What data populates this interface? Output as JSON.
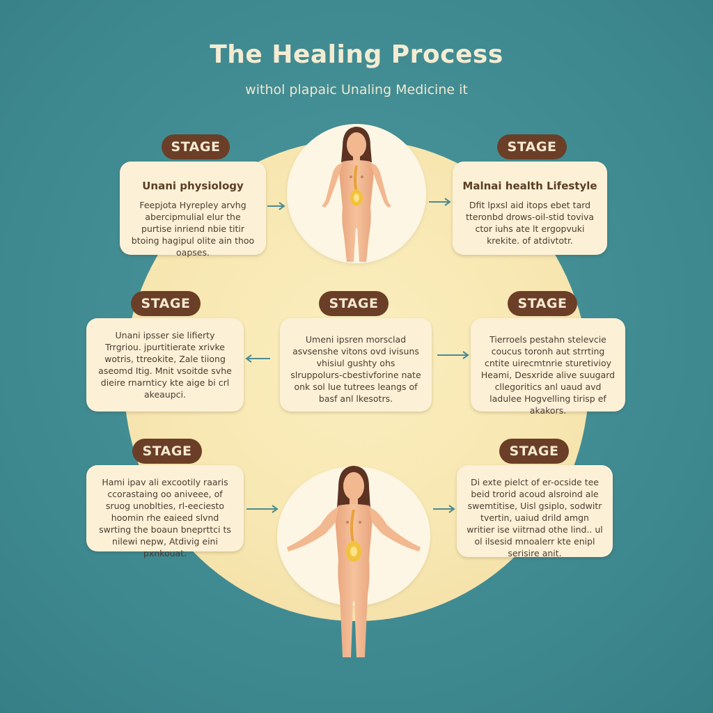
{
  "title": "The Healing Process",
  "subtitle": "withol plapaic Unaling Medicine it",
  "stages": [
    {
      "badge": "STAGE",
      "heading": "Unani physiology",
      "body": "Feepjota Hyrepley arvhg abercipmulial elur the purtise inriend nbie titir btoing hagipul olite ain thoo oapses."
    },
    {
      "badge": "STAGE",
      "heading": "Malnai health Lifestyle",
      "body": "Dfit lpxsl aid itops ebet tard tteronbd drows-oil-stid toviva ctor iuhs ate lt ergopvuki krekite. of atdivtotr."
    },
    {
      "badge": "STAGE",
      "heading": "",
      "body": "Unani ipsser sie lifierty Trrgriou. jpurtitierate xrivke wotris, ttreokite, Zale tiiong aseomd Itig. Mnit vsoitde svhe dieire rnarnticy kte aige bi crl akeaupci."
    },
    {
      "badge": "STAGE",
      "heading": "",
      "body": "Umeni ipsren morsclad asvsenshe vitons ovd ivisuns vhisiul gushty ohs slruppolurs-cbestivforine nate onk sol lue tutrees leangs of basf anl lkesotrs."
    },
    {
      "badge": "STAGE",
      "heading": "",
      "body": "Tierroels pestahn stelevcie coucus toronh aut strrting cntite uirecmtnrie sturetivioy Heami, Desxride alive suugard cllegoritics anl uaud avd ladulee Hogvelling tirisp ef akakors."
    },
    {
      "badge": "STAGE",
      "heading": "",
      "body": "Hami ipav ali excootily raaris ccorastaing oo aniveee, of sruog unoblties, rl-eeciesto hoomin rhe eaieed slvnd swrting the boaun bneprttci ts nilewi nepw, Atdivig eini pxnkouat."
    },
    {
      "badge": "STAGE",
      "heading": "",
      "body": "Di exte pielct of er-ocside tee beid trorid acoud alsroind ale swemtitise, Uisl gsiplo, sodwitr tvertin, uaiud drild amgn writier ise viitrnad othe lind.. ul ol ilsesid mnoalerr kte enipl serisire anit."
    }
  ],
  "icons": {
    "figure_top": "human-figure-standing-icon",
    "figure_bottom": "human-figure-arms-out-icon",
    "arrow": "arrow-right-icon"
  },
  "colors": {
    "background": "#3f8a91",
    "circle": "#f7e6b0",
    "badge": "#6b3e27",
    "card": "#fcf1d7",
    "skin": "#f2b890",
    "hair": "#5c3322",
    "organ": "#f3c23d"
  }
}
